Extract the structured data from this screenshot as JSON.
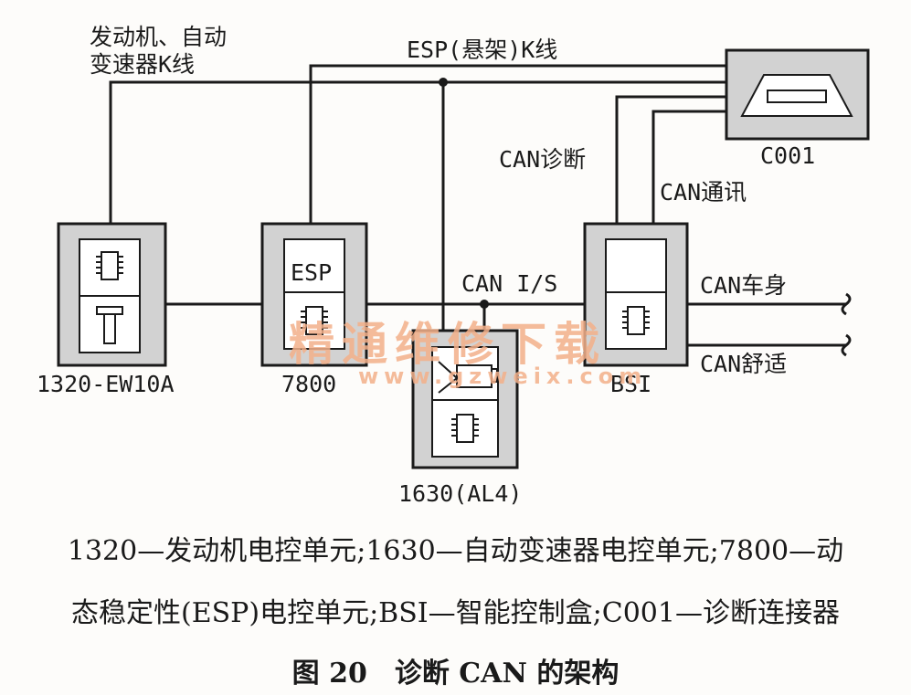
{
  "labels": {
    "engine_k_line": "发动机、自动\n变速器K线",
    "esp_k_line": "ESP(悬架)K线",
    "can_diag": "CAN诊断",
    "can_comm": "CAN通讯",
    "can_is": "CAN I/S",
    "can_body": "CAN车身",
    "can_comfort": "CAN舒适",
    "esp_inner": "ESP"
  },
  "nodes": {
    "ecu_engine": "1320-EW10A",
    "esp": "7800",
    "transmission": "1630(AL4)",
    "bsi": "BSI",
    "connector": "C001"
  },
  "caption": {
    "line1": "1320—发动机电控单元;1630—自动变速器电控单元;7800—动",
    "line2": "态稳定性(ESP)电控单元;BSI—智能控制盒;C001—诊断连接器",
    "title": "图 20　诊断 CAN 的架构"
  },
  "watermark": {
    "cn": "精通维修下载",
    "url": "www.gzweix.com"
  },
  "colors": {
    "line": "#1a1a1a",
    "box_fill": "#d2d2d2",
    "watermark": "#f3b08a"
  }
}
